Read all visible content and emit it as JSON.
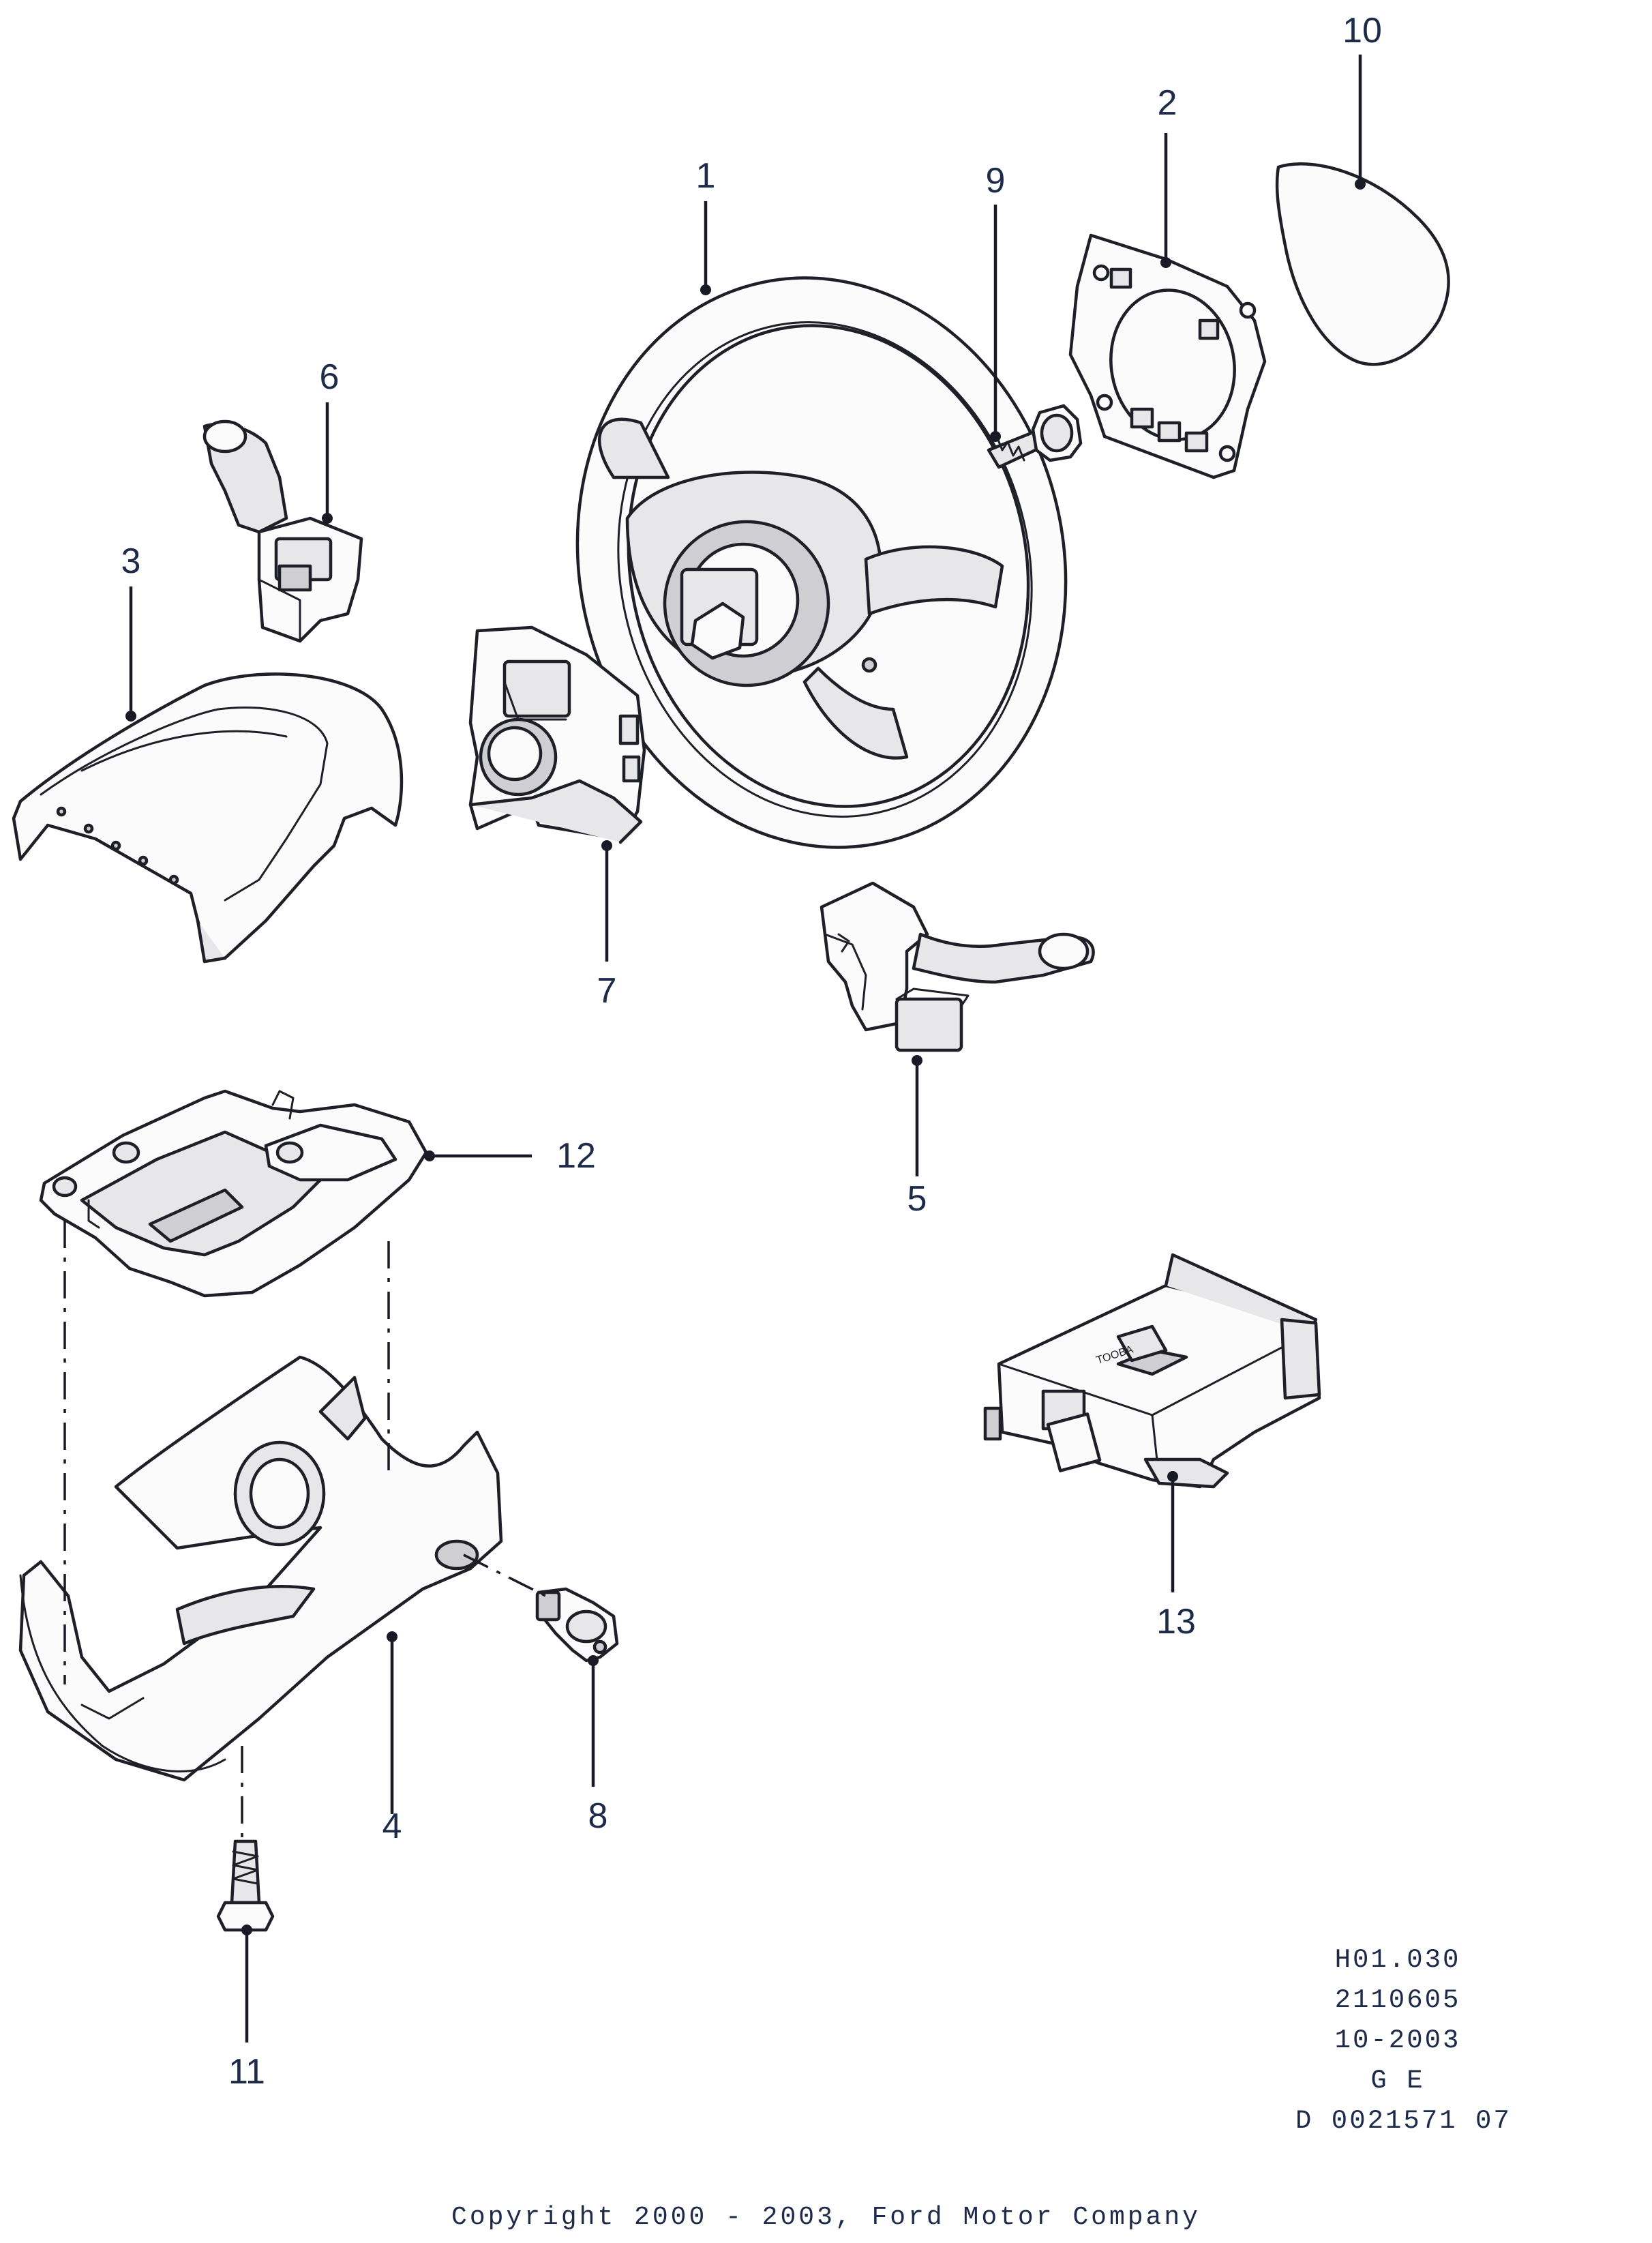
{
  "callouts": {
    "c1": "1",
    "c2": "2",
    "c3": "3",
    "c4": "4",
    "c5": "5",
    "c6": "6",
    "c7": "7",
    "c8": "8",
    "c9": "9",
    "c10": "10",
    "c11": "11",
    "c12": "12",
    "c13": "13"
  },
  "reference": {
    "line1": "H01.030",
    "line2": "2110605",
    "line3": "10-2003",
    "line4": "G E",
    "line5": "D 0021571 07"
  },
  "copyright": "Copyright 2000 - 2003, Ford Motor Company",
  "module_label": "TOOBA",
  "colors": {
    "ink": "#1e2a4a",
    "line": "#1f1f28",
    "background": "#ffffff"
  }
}
